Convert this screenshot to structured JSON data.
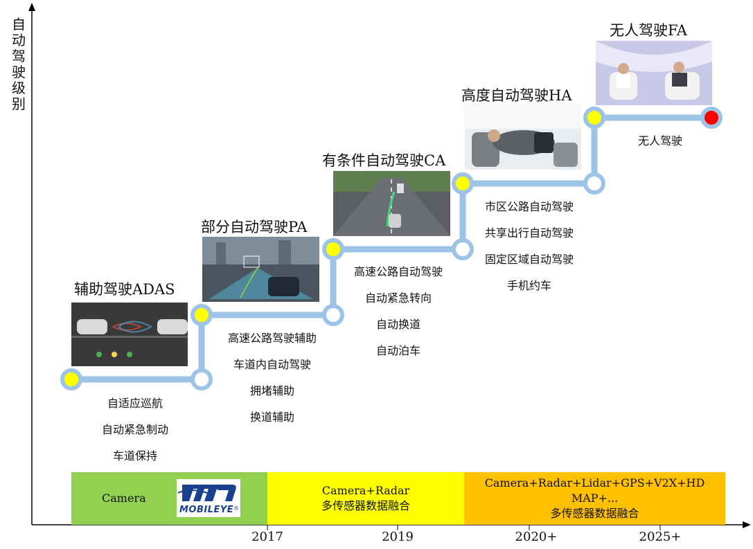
{
  "y_axis_label": "自动驾驶级别",
  "levels": [
    {
      "title": "辅助驾驶ADAS",
      "features": [
        "自适应巡航",
        "自动紧急制动",
        "车道保持"
      ]
    },
    {
      "title": "部分自动驾驶PA",
      "features": [
        "高速公路驾驶辅助",
        "车道内自动驾驶",
        "拥堵辅助",
        "换道辅助"
      ]
    },
    {
      "title": "有条件自动驾驶CA",
      "features": [
        "高速公路自动驾驶",
        "自动紧急转向",
        "自动换道",
        "自动泊车"
      ]
    },
    {
      "title": "高度自动驾驶HA",
      "features": [
        "市区公路自动驾驶",
        "共享出行自动驾驶",
        "固定区域自动驾驶",
        "手机约车"
      ]
    },
    {
      "title": "无人驾驶FA",
      "features": [
        "无人驾驶"
      ]
    }
  ],
  "sensor_bands": [
    {
      "line1": "Camera",
      "line2": "",
      "color": "#92d050"
    },
    {
      "line1": "Camera+Radar",
      "line2": "多传感器数据融合",
      "color": "#ffff00"
    },
    {
      "line1": "Camera+Radar+Lidar+GPS+V2X+HD MAP+...",
      "line2": "多传感器数据融合",
      "color": "#ffc000"
    }
  ],
  "logo": {
    "text": "MOBILEYE",
    "registered": "®"
  },
  "x_ticks": [
    "2017",
    "2019",
    "2020+",
    "2025+"
  ],
  "colors": {
    "track": "#9dc3e6",
    "node_active": "#ffff00",
    "node_end": "#ff0000"
  }
}
